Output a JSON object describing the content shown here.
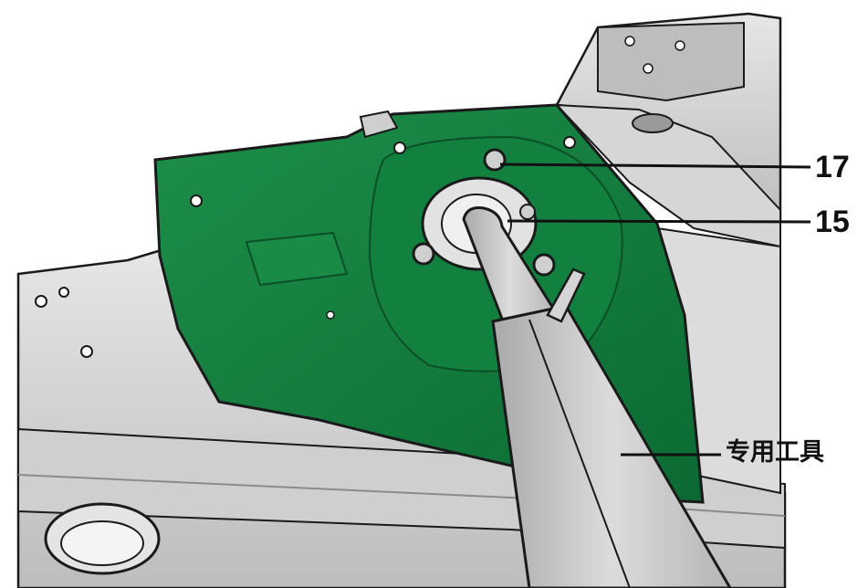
{
  "callouts": {
    "part_17": "17",
    "part_15": "15",
    "special_tool": "专用工具"
  },
  "colors": {
    "wheelhouse_highlight": "#0e7a3c",
    "body_panel": "#d8d8d8",
    "outline": "#1a1a1a",
    "tool": "#c8c8c8"
  }
}
